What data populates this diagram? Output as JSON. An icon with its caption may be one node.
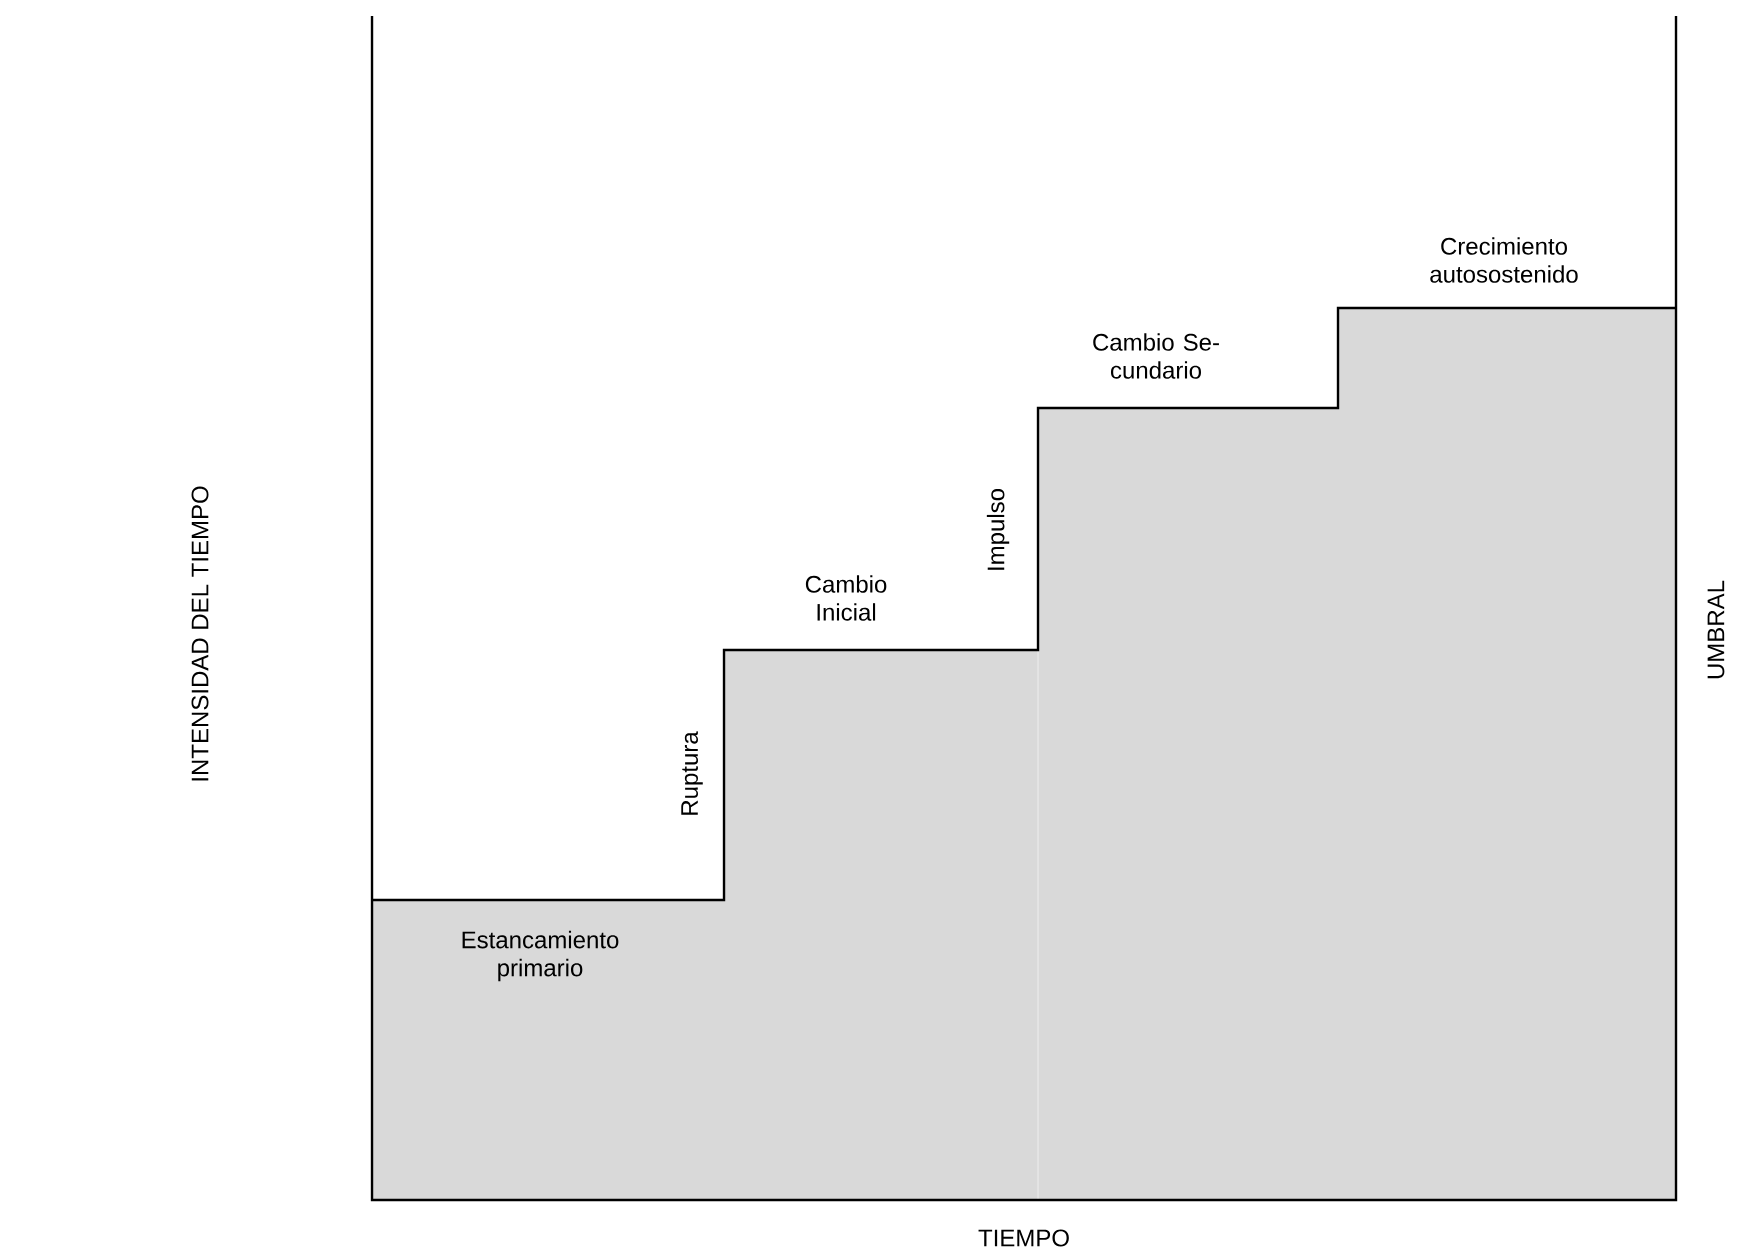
{
  "diagram": {
    "labels": [
      "INTENSIDAD DEL TIEMPO",
      "Crecimiento autosostenido",
      "Cambio Se- cundario",
      "Impulso",
      "Cambio Inicial",
      "Ruptura",
      "Estancamiento primario",
      "UMBRAL",
      "TIEMPO"
    ]
  }
}
